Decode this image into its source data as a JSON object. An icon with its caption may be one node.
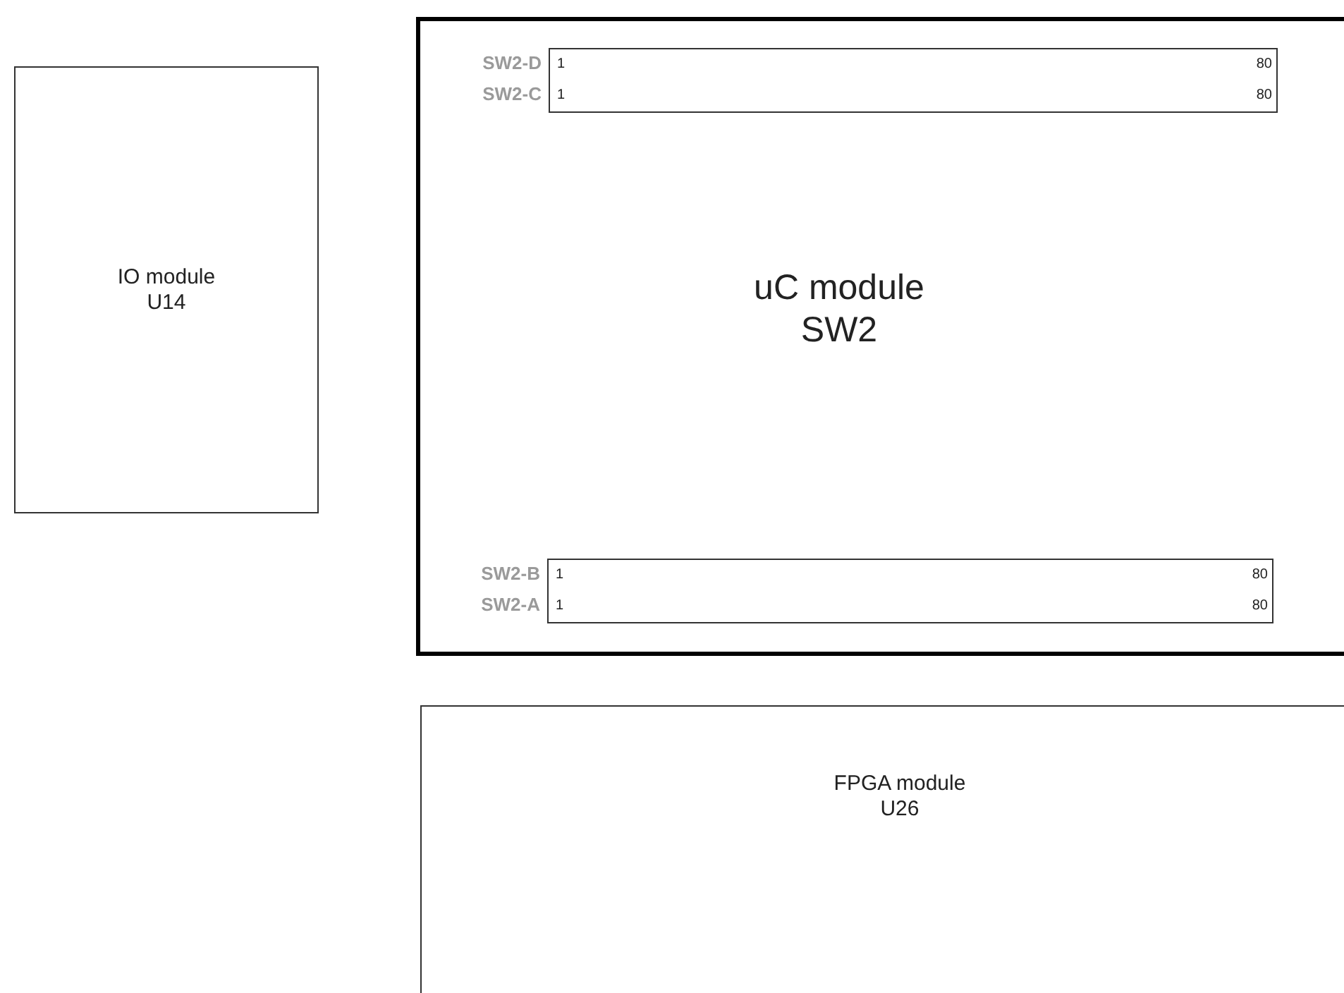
{
  "diagram": {
    "nodes": [
      {
        "text": [
          "IO module",
          "U14"
        ]
      },
      {
        "text": [
          "uC module",
          "SW2"
        ]
      },
      {
        "text": [
          "SW2-D",
          "1",
          "80",
          "SW2-C",
          "1",
          "80"
        ],
        "in": 1
      },
      {
        "text": [
          "SW2-B",
          "1",
          "80",
          "SW2-A",
          "1",
          "80"
        ],
        "in": 1
      },
      {
        "text": [
          "FPGA module",
          "U26"
        ]
      }
    ]
  }
}
